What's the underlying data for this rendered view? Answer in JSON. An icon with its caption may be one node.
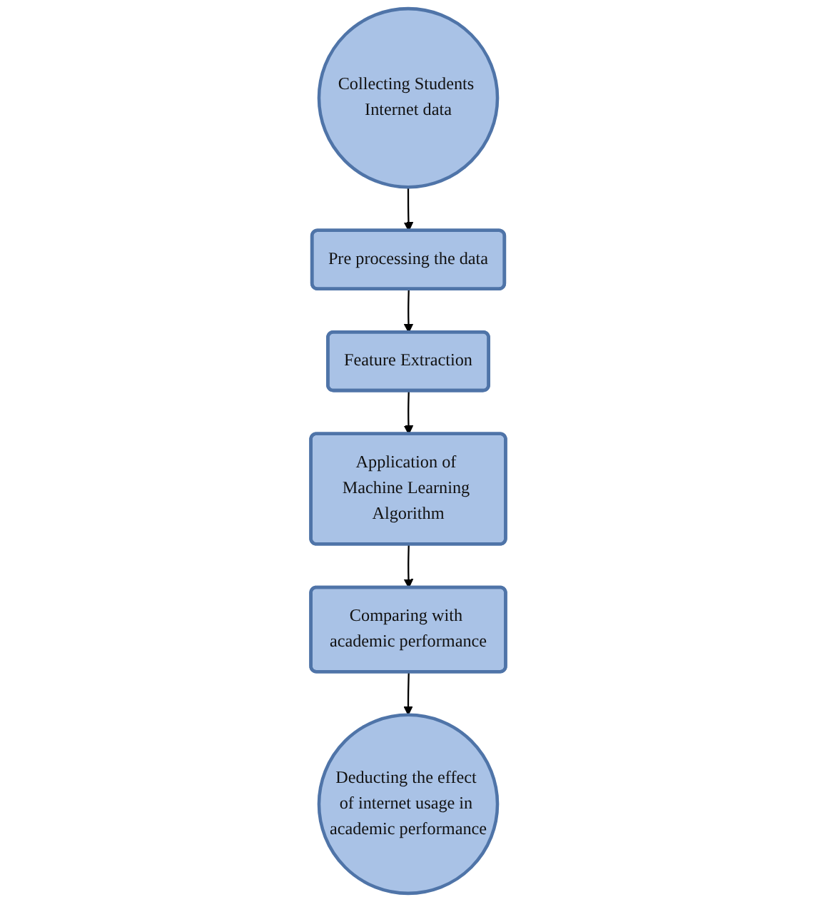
{
  "diagram": {
    "nodes": [
      {
        "text": [
          "Collecting Students Internet data"
        ]
      },
      {
        "text": [
          "Pre processing the data"
        ]
      },
      {
        "text": [
          "Feature Extraction"
        ]
      },
      {
        "text": [
          "Application of Machine Learning Algorithm"
        ]
      },
      {
        "text": [
          "Comparing with academic performance"
        ]
      },
      {
        "text": [
          "Deducting the effect of internet usage in academic performance"
        ]
      }
    ],
    "edges": [
      {
        "from": 0,
        "to": 1,
        "arrow": "to"
      },
      {
        "from": 1,
        "to": 2,
        "arrow": "to"
      },
      {
        "from": 2,
        "to": 3,
        "arrow": "to"
      },
      {
        "from": 3,
        "to": 4,
        "arrow": "to"
      },
      {
        "from": 4,
        "to": 5,
        "arrow": "to"
      }
    ]
  }
}
